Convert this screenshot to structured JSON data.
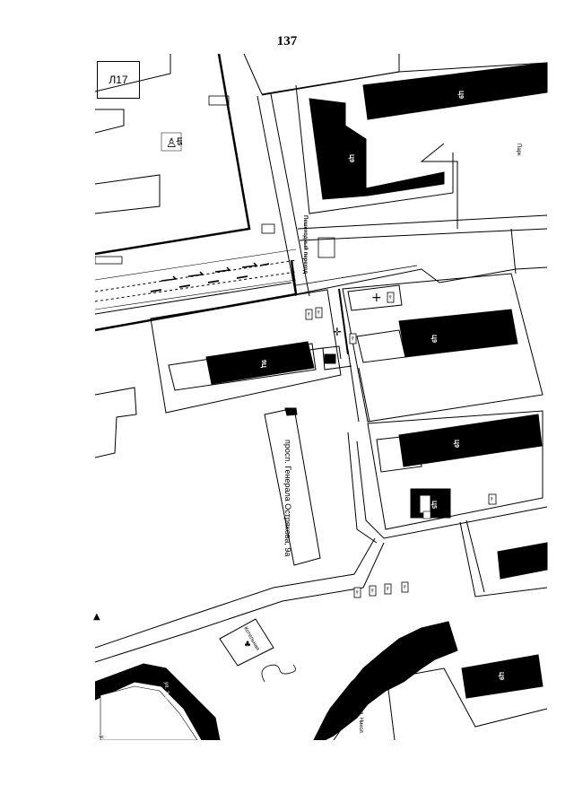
{
  "page": {
    "number": "137"
  },
  "sheet": {
    "id": "Л17"
  },
  "labels": {
    "park": "Парк",
    "pedestrian_passage": "Пешеходный переход",
    "avenue_address": "просп. Генерала Острякова, 9а",
    "boiler_house": "Котельная",
    "street_left": "ул. Зинаиды Жуко",
    "street_bottom": "ул. Никол",
    "street_edge_letter": "у"
  },
  "building_floor_labels": {
    "top_right": "Ц9",
    "top_corner": "Ц9",
    "middle_left": "9Ц",
    "middle_right": "Ц9",
    "east_row": "Ц9",
    "small_block": "Ц5",
    "bottom_right": "Ц9",
    "north_square_left": "Ц5"
  },
  "house_tags": [
    "6н",
    "6н",
    "6н",
    "6н",
    "6н",
    "6н",
    "6н",
    "6н",
    "6н"
  ],
  "colors": {
    "ink": "#000000",
    "paper": "#ffffff"
  }
}
